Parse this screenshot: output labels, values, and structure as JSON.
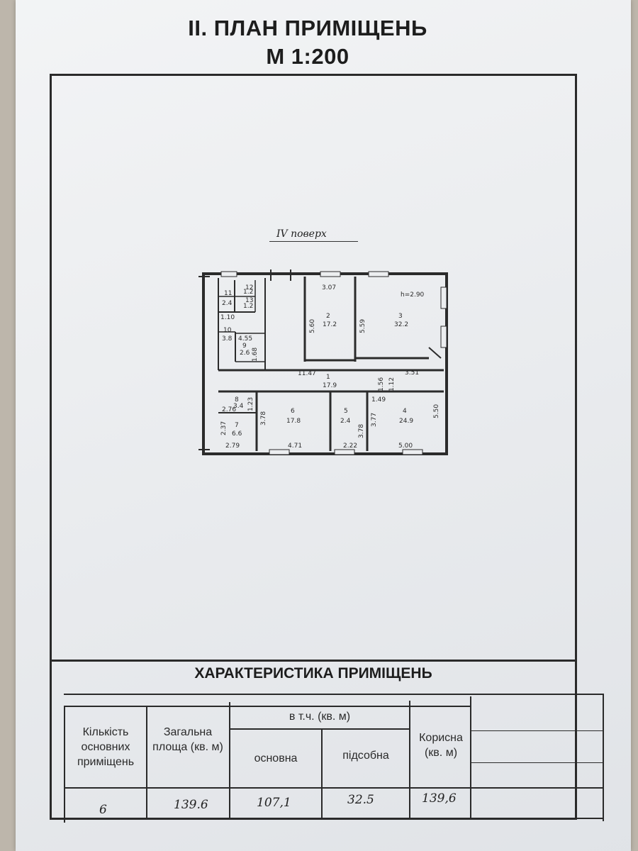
{
  "document": {
    "title": "II. ПЛАН ПРИМІЩЕНЬ",
    "scale": "М 1:200"
  },
  "plan": {
    "floor_label": "IV поверх",
    "rooms": [
      {
        "number": "1",
        "area": "17.9"
      },
      {
        "number": "2",
        "area": "17.2"
      },
      {
        "number": "3",
        "area": "32.2"
      },
      {
        "number": "4",
        "area": "24.9"
      },
      {
        "number": "5",
        "area": "2.4"
      },
      {
        "number": "6",
        "area": "17.8"
      },
      {
        "number": "7",
        "area": "6.6"
      },
      {
        "number": "8",
        "area": "3.4"
      },
      {
        "number": "9",
        "area": "2.6"
      },
      {
        "number": "10",
        "area": "3.8"
      },
      {
        "number": "11",
        "area": "2.4"
      },
      {
        "number": "12",
        "area": "1.2"
      },
      {
        "number": "13",
        "area": "1.2"
      }
    ],
    "height_note": "h=2.90",
    "dimensions": [
      "3.07",
      "5.60",
      "5.59",
      "11.47",
      "1.10",
      "4.55",
      "1.68",
      "1.56",
      "3.51",
      "1.12",
      "1.49",
      "2.76",
      "1.23",
      "3.78",
      "3.77",
      "5.50",
      "2.37",
      "3.78",
      "2.79",
      "4.71",
      "2.22",
      "5.00"
    ]
  },
  "characteristics": {
    "title": "ХАРАКТЕРИСТИКА ПРИМІЩЕНЬ",
    "headers": {
      "count": "Кількість основних приміщень",
      "total": "Загальна площа (кв. м)",
      "incl": "в т.ч. (кв. м)",
      "main": "основна",
      "aux": "підсобна",
      "useful": "Корисна (кв. м)"
    },
    "values": {
      "count": "6",
      "total": "139.6",
      "main": "107,1",
      "aux": "32.5",
      "useful": "139,6"
    }
  }
}
